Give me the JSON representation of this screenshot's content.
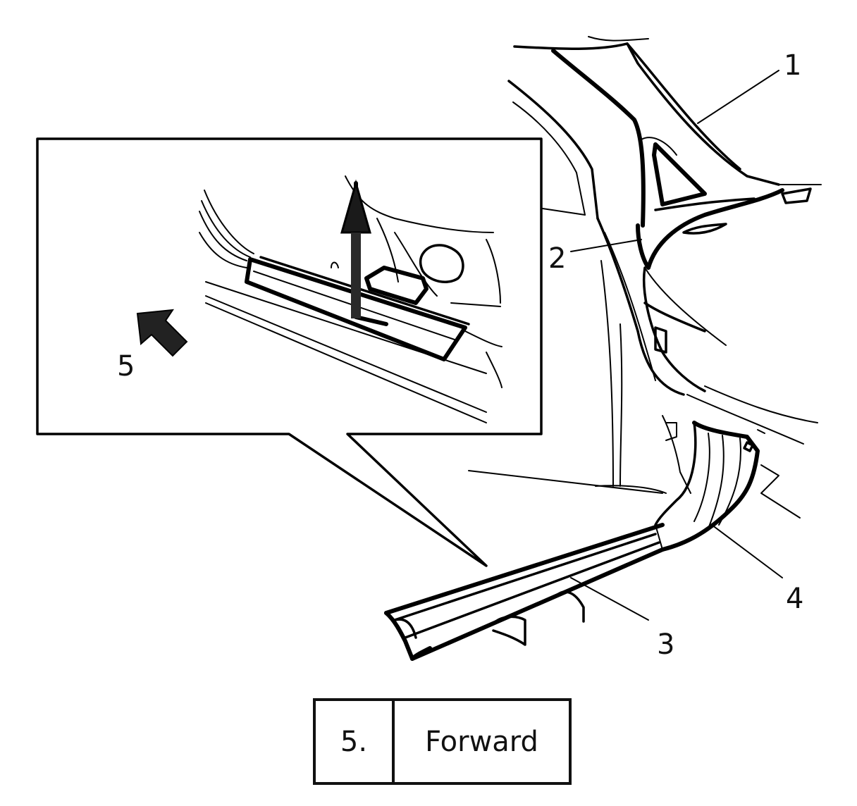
{
  "callouts": {
    "c1": "1",
    "c2": "2",
    "c3": "3",
    "c4": "4",
    "c5": "5"
  },
  "legend": {
    "number": "5.",
    "label": "Forward"
  },
  "colors": {
    "line": "#000000",
    "background": "#ffffff"
  }
}
